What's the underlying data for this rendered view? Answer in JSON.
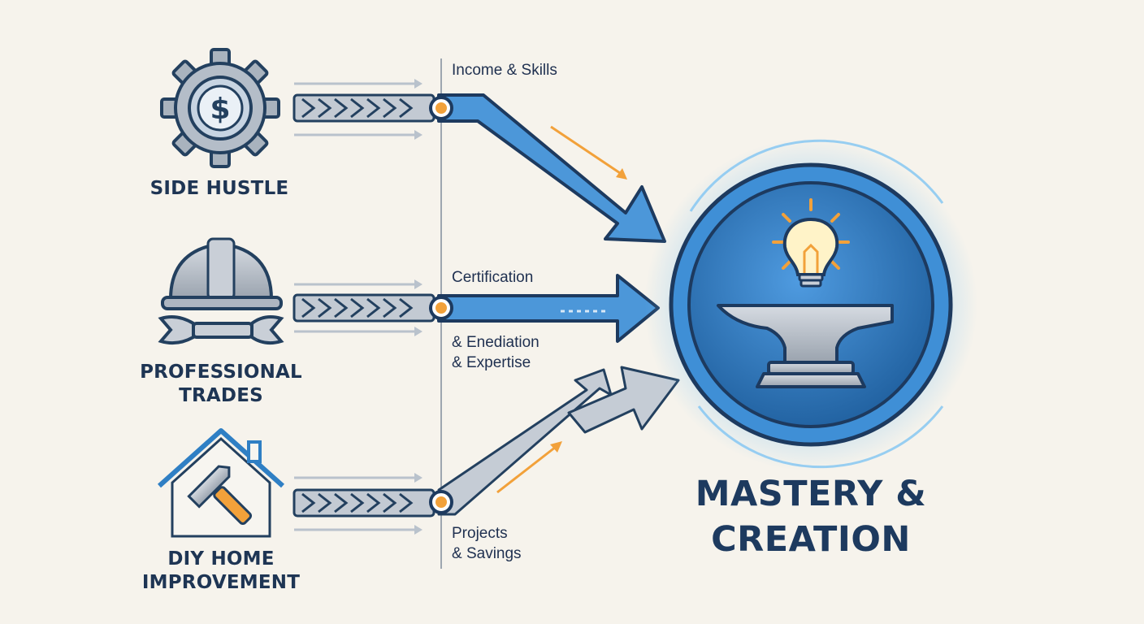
{
  "sources": [
    {
      "id": "side-hustle",
      "label": "SIDE HUSTLE",
      "icon": "gear-dollar-icon"
    },
    {
      "id": "professional-trades",
      "label": "PROFESSIONAL\nTRADES",
      "icon": "hardhat-wrench-icon"
    },
    {
      "id": "diy-home-improvement",
      "label": "DIY HOME\nIMPROVEMENT",
      "icon": "house-hammer-icon"
    }
  ],
  "flows": [
    {
      "label": "Income & Skills"
    },
    {
      "label": "Certification"
    },
    {
      "label": "& Enediation\n& Expertise"
    },
    {
      "label": "Projects\n& Savings"
    }
  ],
  "goal": {
    "title": "MASTERY &\nCREATION",
    "icon": "anvil-lightbulb-icon"
  },
  "colors": {
    "navy": "#1e3554",
    "blue": "#2f7fc4",
    "light_blue": "#5aa4df",
    "steel": "#b7bec8",
    "orange": "#f2a13a",
    "background": "#f6f3ec"
  }
}
